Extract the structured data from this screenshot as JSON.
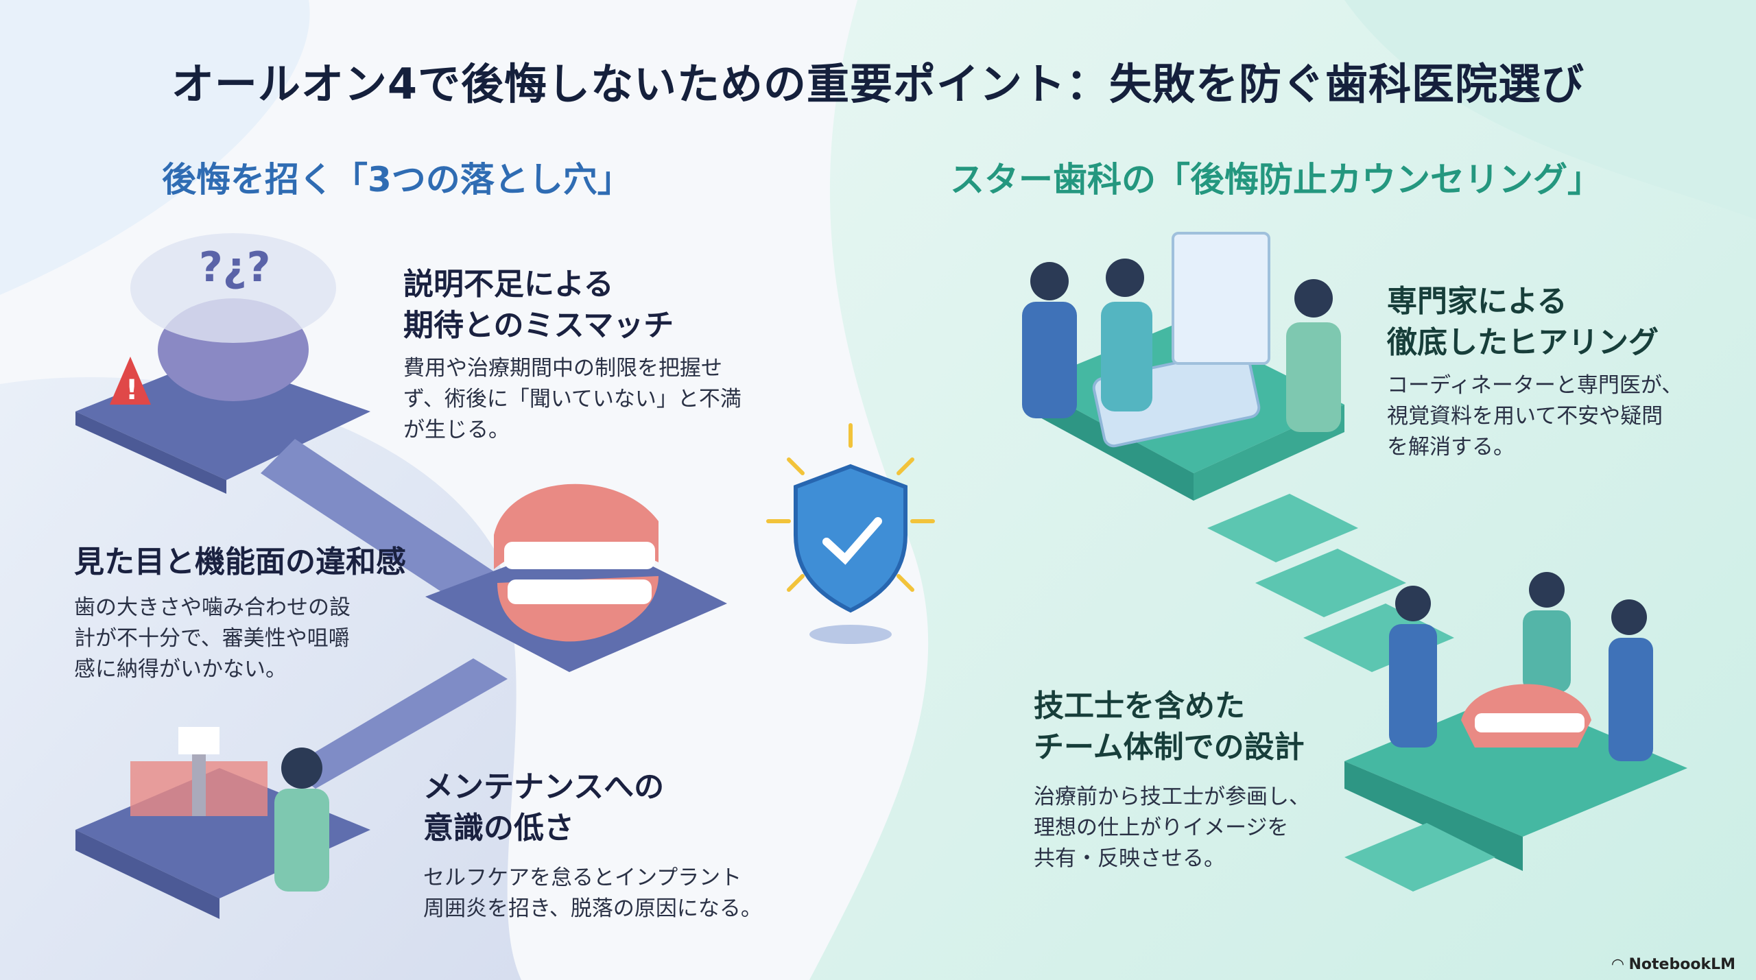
{
  "title": "オールオン4で後悔しないための重要ポイント：失敗を防ぐ歯科医院選び",
  "left": {
    "heading": "後悔を招く「3つの落とし穴」",
    "items": [
      {
        "title_lines": [
          "説明不足による",
          "期待とのミスマッチ"
        ],
        "desc_lines": [
          "費用や治療期間中の制限を把握せ",
          "ず、術後に「聞いていない」と不満",
          "が生じる。"
        ]
      },
      {
        "title_lines": [
          "見た目と機能面の違和感"
        ],
        "desc_lines": [
          "歯の大きさや噛み合わせの設",
          "計が不十分で、審美性や咀嚼",
          "感に納得がいかない。"
        ]
      },
      {
        "title_lines": [
          "メンテナンスへの",
          "意識の低さ"
        ],
        "desc_lines": [
          "セルフケアを怠るとインプラント",
          "周囲炎を招き、脱落の原因になる。"
        ]
      }
    ]
  },
  "right": {
    "heading": "スター歯科の「後悔防止カウンセリング」",
    "items": [
      {
        "title_lines": [
          "専門家による",
          "徹底したヒアリング"
        ],
        "desc_lines": [
          "コーディネーターと専門医が、",
          "視覚資料を用いて不安や疑問",
          "を解消する。"
        ]
      },
      {
        "title_lines": [
          "技工士を含めた",
          "チーム体制での設計"
        ],
        "desc_lines": [
          "治療前から技工士が参画し、",
          "理想の仕上がりイメージを",
          "共有・反映させる。"
        ]
      }
    ]
  },
  "watermark": "NotebookLM",
  "colors": {
    "left_accent": "#2f6cb3",
    "right_accent": "#24977f"
  }
}
